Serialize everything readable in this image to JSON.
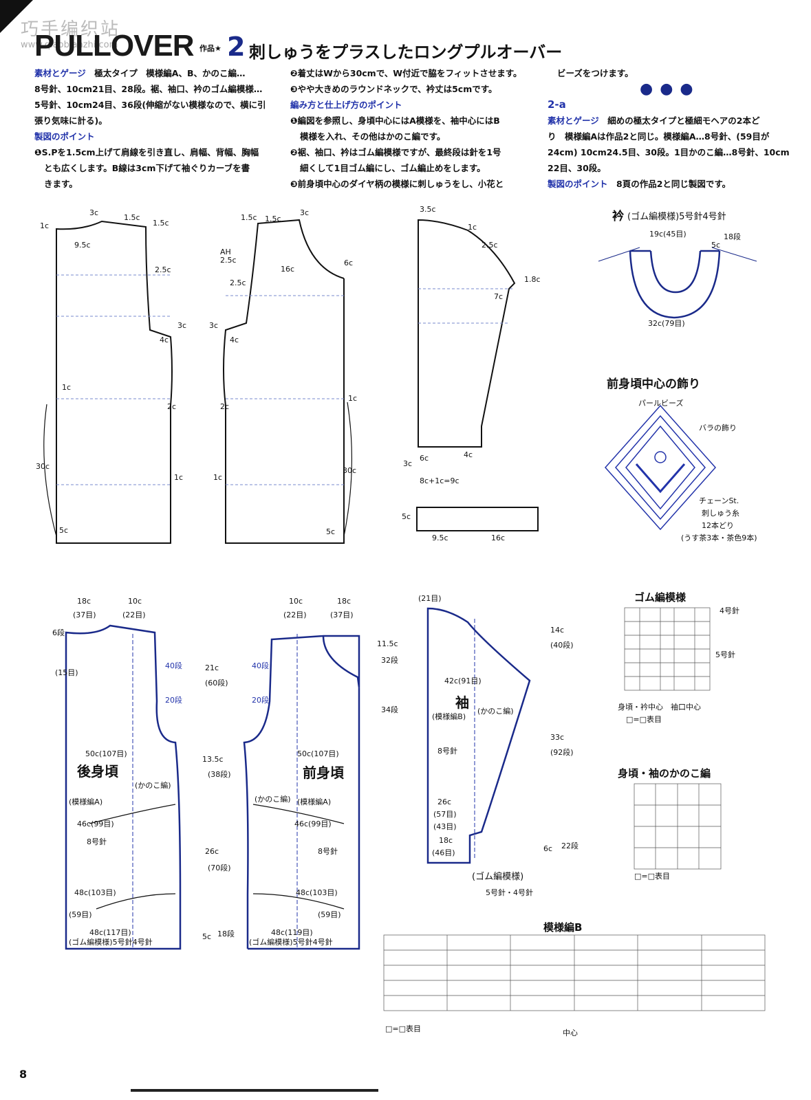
{
  "header": {
    "watermark": "巧手编织站",
    "watermark_url": "www.qiaobianzhi.com",
    "title_en": "PULLOVER",
    "work_tag": "作品★",
    "work_number": "2",
    "title_jp": "刺しゅうをプラスしたロングプルオーバー"
  },
  "col1": {
    "h1": "素材とゲージ",
    "l1": "極太タイプ　模様編A、B、かのこ編…",
    "l2": "8号針、10cm21目、28段。裾、袖口、衿のゴム編模様…",
    "l3": "5号針、10cm24目、36段(伸縮がない模様なので、横に引",
    "l4": "張り気味に計る)。",
    "h2": "製図のポイント",
    "l5": "❶S.Pを1.5cm上げて肩線を引き直し、肩幅、背幅、胸幅",
    "l6": "とも広くします。B線は3cm下げて袖ぐりカーブを書",
    "l7": "きます。"
  },
  "col2": {
    "l1": "❷着丈はWから30cmで、W付近で脇をフィットさせます。",
    "l2": "❸やや大きめのラウンドネックで、衿丈は5cmです。",
    "h1": "編み方と仕上げ方のポイント",
    "l3": "❶編図を参照し、身頃中心にはA模様を、袖中心にはB",
    "l4": "模様を入れ、その他はかのこ編です。",
    "l5": "❷裾、袖口、衿はゴム編模様ですが、最終段は針を1号",
    "l6": "細くして1目ゴム編にし、ゴム編止めをします。",
    "l7": "❸前身頃中心のダイヤ柄の模様に刺しゅうをし、小花と"
  },
  "col3": {
    "l1": "ビーズをつけます。",
    "dots": "●●●",
    "sub": "2-a",
    "h1": "素材とゲージ",
    "l2": "細めの極太タイプと極細モヘアの2本ど",
    "l3": "り　模様編Aは作品2と同じ。模様編A…8号針、(59目が",
    "l4": "24cm) 10cm24.5目、30段。1目かのこ編…8号針、10cm",
    "l5": "22目、30段。",
    "h2": "製図のポイント",
    "l6": "8頁の作品2と同じ製図です。"
  },
  "labels": {
    "collar": "衿",
    "collar_spec": "(ゴム編模様)5号針4号針",
    "front_deco": "前身頃中心の飾り",
    "pearl": "パールビーズ",
    "rose": "バラの飾り",
    "chain": "チェーンSt.",
    "thread": "刺しゅう糸",
    "strands": "12本どり",
    "strands_note": "(うす茶3本・茶色9本)",
    "rib": "ゴム編模様",
    "kanoko": "身頃・袖のかのこ編",
    "patternB": "模様編B",
    "back": "後身頃",
    "front": "前身頃",
    "sleeve": "袖",
    "patA": "(模様編A)",
    "patB": "(模様編B)",
    "kanoko_short": "(かのこ編)",
    "needle8": "8号針",
    "rib_label": "(ゴム編模様)5号針4号針",
    "rib_label2": "(ゴム編模様)",
    "needles54": "5号針・4号針",
    "legend": "□=□表目",
    "center": "中心",
    "page": "8",
    "needle4": "4号針",
    "needle5": "5号針",
    "body_sleeve_center": "身頃・衿中心　袖口中心"
  },
  "dims": {
    "d1c": "1c",
    "d3c": "3c",
    "d15c": "1.5c",
    "d95c": "9.5c",
    "d25c": "2.5c",
    "d4c": "4c",
    "d2c": "2c",
    "d30c": "30c",
    "d5c": "5c",
    "d16c": "16c",
    "d6c": "6c",
    "AH": "AH",
    "d35c": "3.5c",
    "d18c": "1.8c",
    "d7c": "7c",
    "d8c1c9c": "8c+1c=9c",
    "d16c2": "16c",
    "d19c": "19c(45目)",
    "d32c": "32c(79目)",
    "d18dan": "18段",
    "b18c": "18c",
    "b37": "(37目)",
    "b10c": "10c",
    "b22": "(22目)",
    "b6": "6段",
    "b15": "(15目)",
    "b50": "50c(107目)",
    "b46": "46c(99目)",
    "b48": "48c(103目)",
    "b59": "(59目)",
    "b48b": "48c(117目)",
    "b40": "40段",
    "b20": "20段",
    "m21": "21c",
    "m60": "(60段)",
    "m135": "13.5c",
    "m38": "(38段)",
    "m26": "26c",
    "m70": "(70段)",
    "m5c": "5c",
    "m18": "18段",
    "f48b": "48c(119目)",
    "s21": "(21目)",
    "s42": "42c(91目)",
    "s26": "26c",
    "s57": "(57目)",
    "s43": "(43目)",
    "s18": "18c",
    "s46": "(46目)",
    "s14": "14c",
    "s40": "(40段)",
    "s33": "33c",
    "s92": "(92段)",
    "s6": "6c",
    "s22": "22段",
    "ss115": "11.5c",
    "ss32": "32段",
    "ss34": "34段"
  }
}
